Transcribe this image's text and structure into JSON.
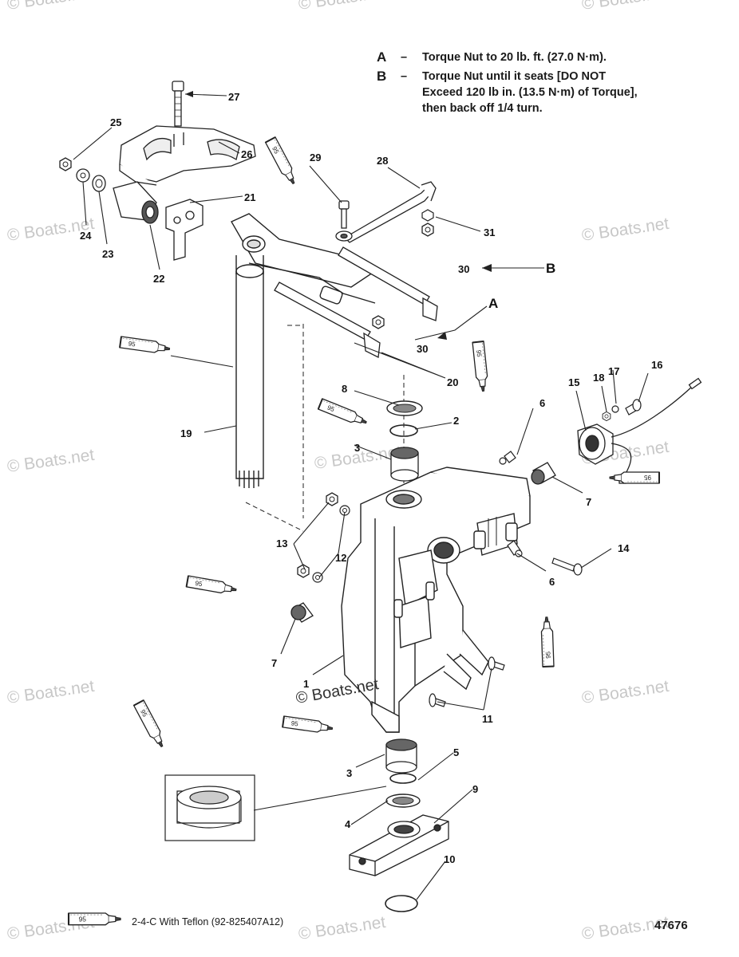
{
  "notes": [
    {
      "key": "A",
      "dash": "–",
      "lines": [
        "Torque Nut to 20 lb. ft. (27.0 N·m)."
      ]
    },
    {
      "key": "B",
      "dash": "–",
      "lines": [
        "Torque Nut until it seats [DO NOT",
        "Exceed 120 lb in. (13.5 N·m) of Torque],",
        "then back off 1/4 turn."
      ]
    }
  ],
  "callouts": [
    "1",
    "2",
    "3",
    "3",
    "4",
    "5",
    "6",
    "6",
    "7",
    "7",
    "8",
    "9",
    "10",
    "11",
    "12",
    "13",
    "14",
    "15",
    "16",
    "17",
    "18",
    "19",
    "20",
    "21",
    "22",
    "23",
    "24",
    "25",
    "26",
    "27",
    "28",
    "29",
    "30",
    "30",
    "31"
  ],
  "letter_callouts": [
    "A",
    "B"
  ],
  "sealant_tube_label": "95",
  "footer": {
    "caption": "2-4-C  With Teflon (92-825407A12)",
    "figure_number": "47676"
  },
  "watermark": "© Boats.net",
  "inline_watermark": "© Boats.net"
}
